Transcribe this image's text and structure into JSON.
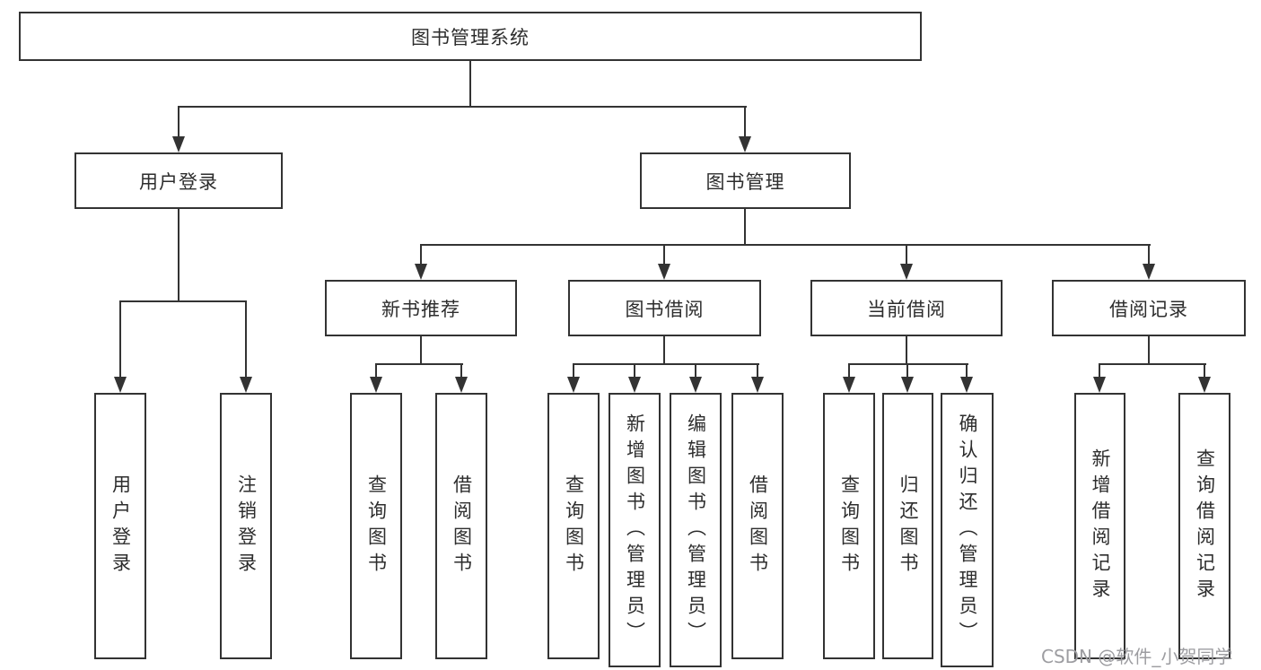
{
  "nodes": {
    "root": {
      "label": "图书管理系统"
    },
    "user_login": {
      "label": "用户登录",
      "children": [
        "用户登录",
        "注销登录"
      ]
    },
    "book_mgmt": {
      "label": "图书管理"
    },
    "new_books": {
      "label": "新书推荐",
      "children": [
        "查询图书",
        "借阅图书"
      ]
    },
    "book_borrow": {
      "label": "图书借阅",
      "children": [
        "查询图书",
        "新增图书（管理员）",
        "编辑图书（管理员）",
        "借阅图书"
      ]
    },
    "current_borrow": {
      "label": "当前借阅",
      "children": [
        "查询图书",
        "归还图书",
        "确认归还（管理员）"
      ]
    },
    "borrow_records": {
      "label": "借阅记录",
      "children": [
        "新增借阅记录",
        "查询借阅记录"
      ]
    }
  },
  "watermark": {
    "text": "CSDN @软件_小贺同学",
    "color": "#9d9da1"
  },
  "colors": {
    "background": "#ffffff",
    "box_fill": "#ffffff",
    "box_border": "#333333",
    "line": "#333333",
    "text": "#2d2d2d"
  }
}
